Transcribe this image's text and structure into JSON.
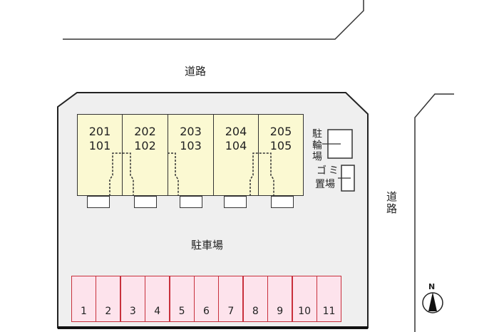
{
  "roads": {
    "top": "道路",
    "right": "道路"
  },
  "units": [
    {
      "upper": "201",
      "lower": "101"
    },
    {
      "upper": "202",
      "lower": "102"
    },
    {
      "upper": "203",
      "lower": "103"
    },
    {
      "upper": "204",
      "lower": "104"
    },
    {
      "upper": "205",
      "lower": "105"
    }
  ],
  "facilities": {
    "bicycle": "駐輪場",
    "garbage_1": "ゴミ",
    "garbage_2": "置場"
  },
  "parking": {
    "label": "駐車場",
    "spaces": [
      "1",
      "2",
      "3",
      "4",
      "5",
      "6",
      "7",
      "8",
      "9",
      "10",
      "11"
    ]
  },
  "compass": {
    "north": "N"
  },
  "colors": {
    "lot": "#efefef",
    "unit": "#fbf9d2",
    "parking": "#fde3ec",
    "parking_border": "#c8303c"
  }
}
